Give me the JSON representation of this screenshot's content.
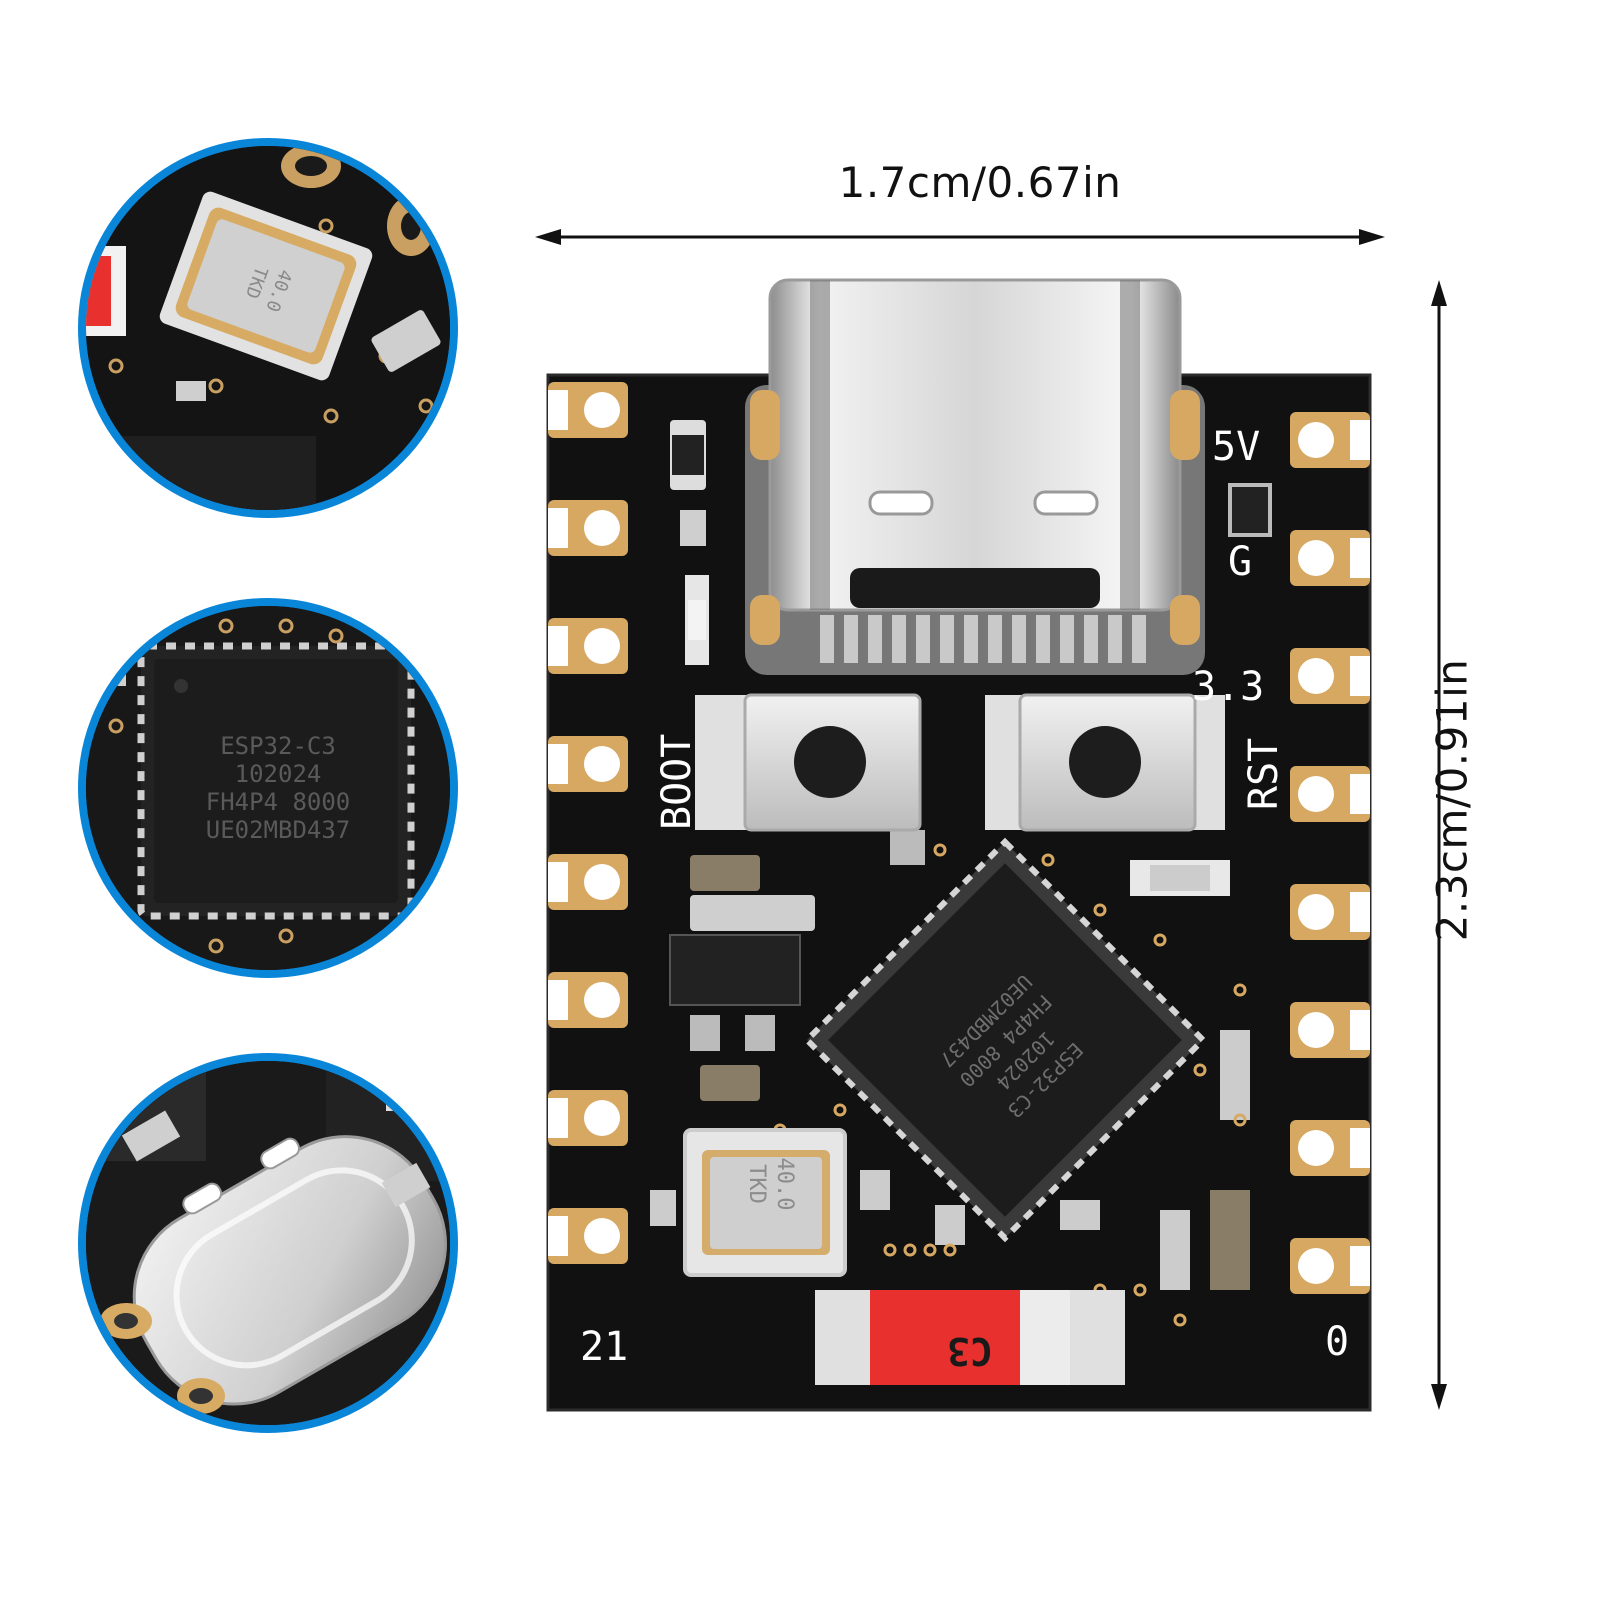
{
  "dimensions": {
    "width_label": "1.7cm/0.67in",
    "height_label": "2.3cm/0.91in"
  },
  "board": {
    "silkscreen": {
      "pin_5v": "5V",
      "pin_g": "G",
      "pin_33": "3.3",
      "boot": "BOOT",
      "rst": "RST",
      "pin_21": "21",
      "pin_0": "0",
      "antenna": "C3"
    },
    "chip_markings": [
      "ESP32-C3",
      "102024",
      "FH4P4 8000",
      "UE02MBD437"
    ],
    "crystal_marking": [
      "40.0",
      "TKD"
    ]
  },
  "zoom": {
    "chip_markings": [
      "ESP32-C3",
      "102024",
      "FH4P4 8000",
      "UE02MBD437"
    ],
    "crystal_marking": [
      "40.0",
      "TKD"
    ]
  },
  "colors": {
    "circle_border": "#0a86d9",
    "pcb": "#111111",
    "gold": "#d7a862",
    "antenna_red": "#e8302e"
  },
  "icons": [
    "arrow-horizontal-icon",
    "arrow-vertical-icon"
  ]
}
